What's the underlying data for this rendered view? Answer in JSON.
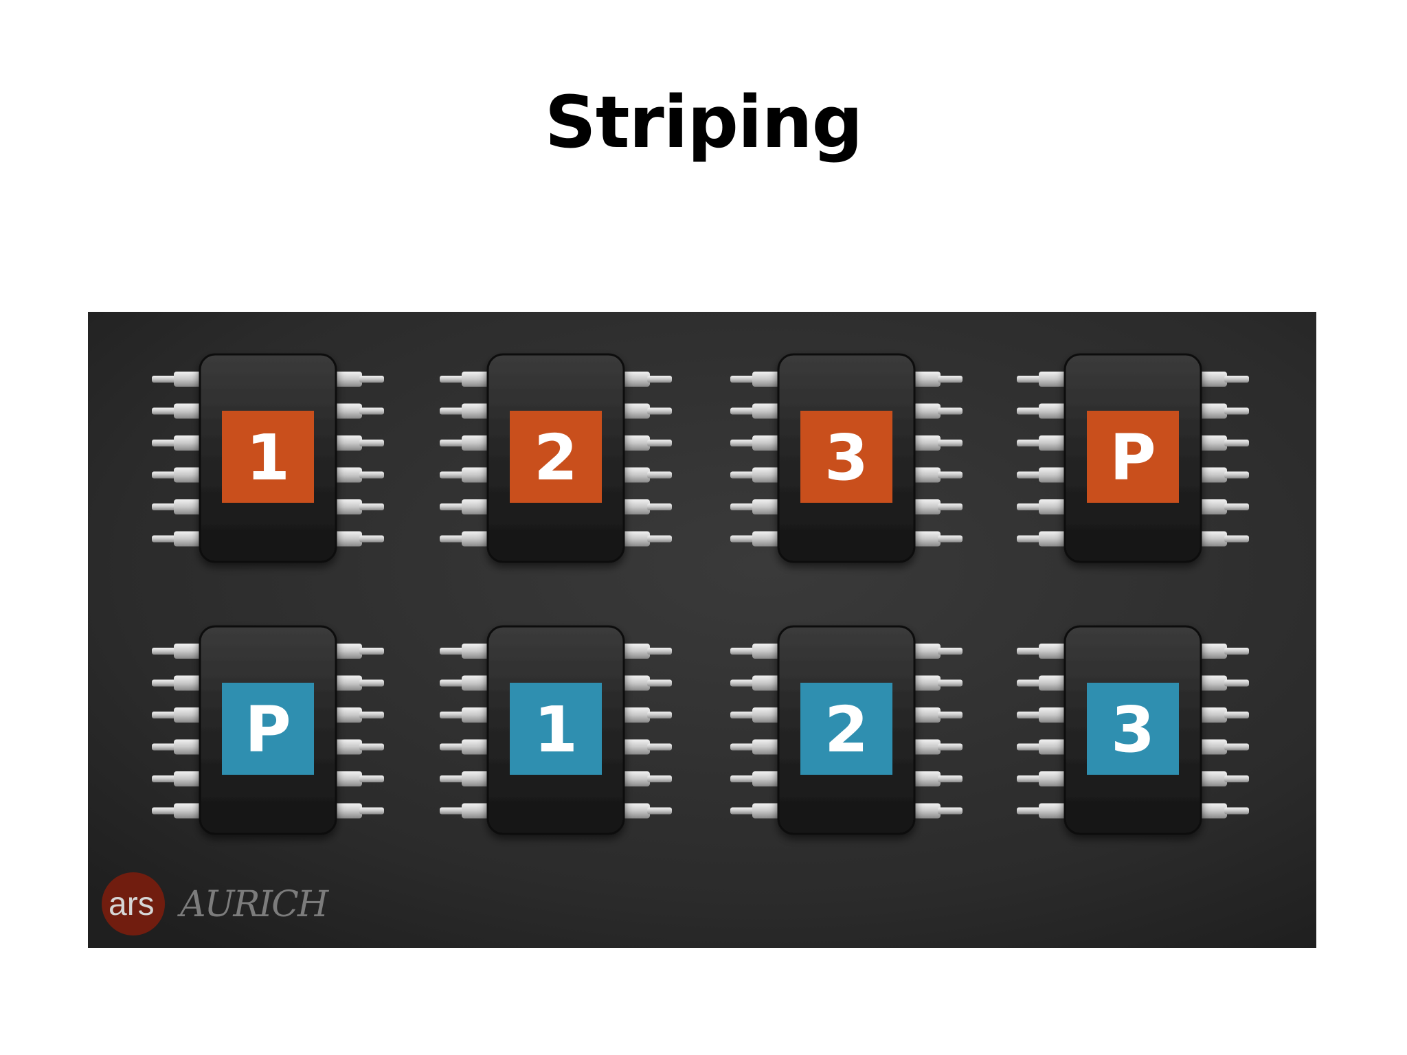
{
  "slide": {
    "title": "Striping"
  },
  "diagram": {
    "rows": [
      {
        "color": "#c94f1c",
        "chips": [
          {
            "label": "1"
          },
          {
            "label": "2"
          },
          {
            "label": "3"
          },
          {
            "label": "P"
          }
        ]
      },
      {
        "color": "#2f8fb0",
        "chips": [
          {
            "label": "P"
          },
          {
            "label": "1"
          },
          {
            "label": "2"
          },
          {
            "label": "3"
          }
        ]
      }
    ],
    "logo_text": "ars",
    "logo_color": "#7a1d0d",
    "signature_text": "AURICH",
    "background_color": "#2e2e2e"
  }
}
